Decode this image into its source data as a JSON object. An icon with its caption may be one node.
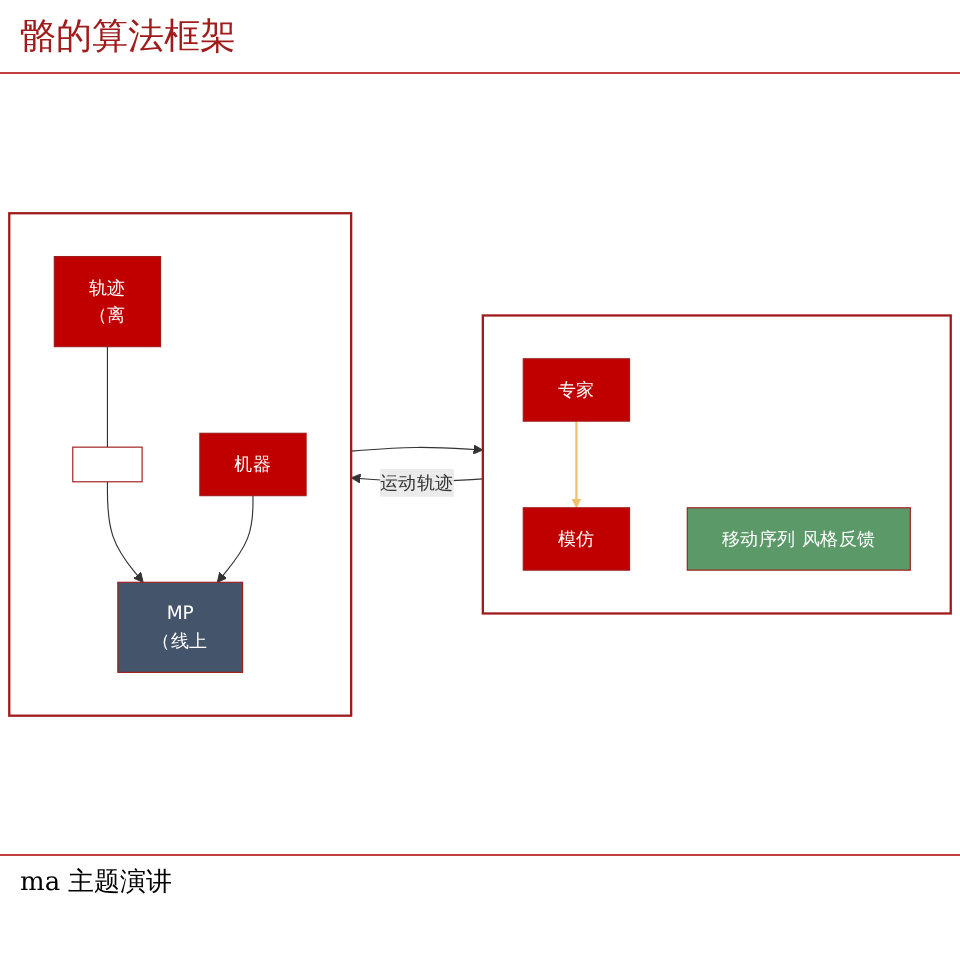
{
  "diagram": {
    "title": "骼的算法框架",
    "caption": "ma 主题演讲",
    "nodes": [
      {
        "text": [],
        "shape": "box"
      },
      {
        "text": [
          "专家"
        ],
        "in": 0
      },
      {
        "text": [
          "移动序列 风格反馈"
        ],
        "in": 0
      },
      {
        "text": [
          "模仿"
        ],
        "in": 0
      },
      {
        "text": [],
        "shape": "box"
      },
      {
        "text": [
          "轨迹",
          "（离"
        ],
        "in": 4
      },
      {
        "text": [],
        "shape": "box",
        "in": 4
      },
      {
        "text": [
          "MP",
          "（线上"
        ],
        "in": 4
      },
      {
        "text": [
          "机器"
        ],
        "in": 4
      }
    ],
    "edges": [
      {
        "from": 1,
        "to": 3,
        "arrow": "to",
        "color": "#f0c070"
      },
      {
        "from": 0,
        "to": 4,
        "arrow": "to",
        "label": "运动轨迹"
      },
      {
        "from": 4,
        "to": 0,
        "arrow": "to"
      },
      {
        "from": 5,
        "to": 6,
        "arrow": "none"
      },
      {
        "from": 6,
        "to": 7,
        "arrow": "to"
      },
      {
        "from": 8,
        "to": 7,
        "arrow": "to"
      }
    ]
  }
}
